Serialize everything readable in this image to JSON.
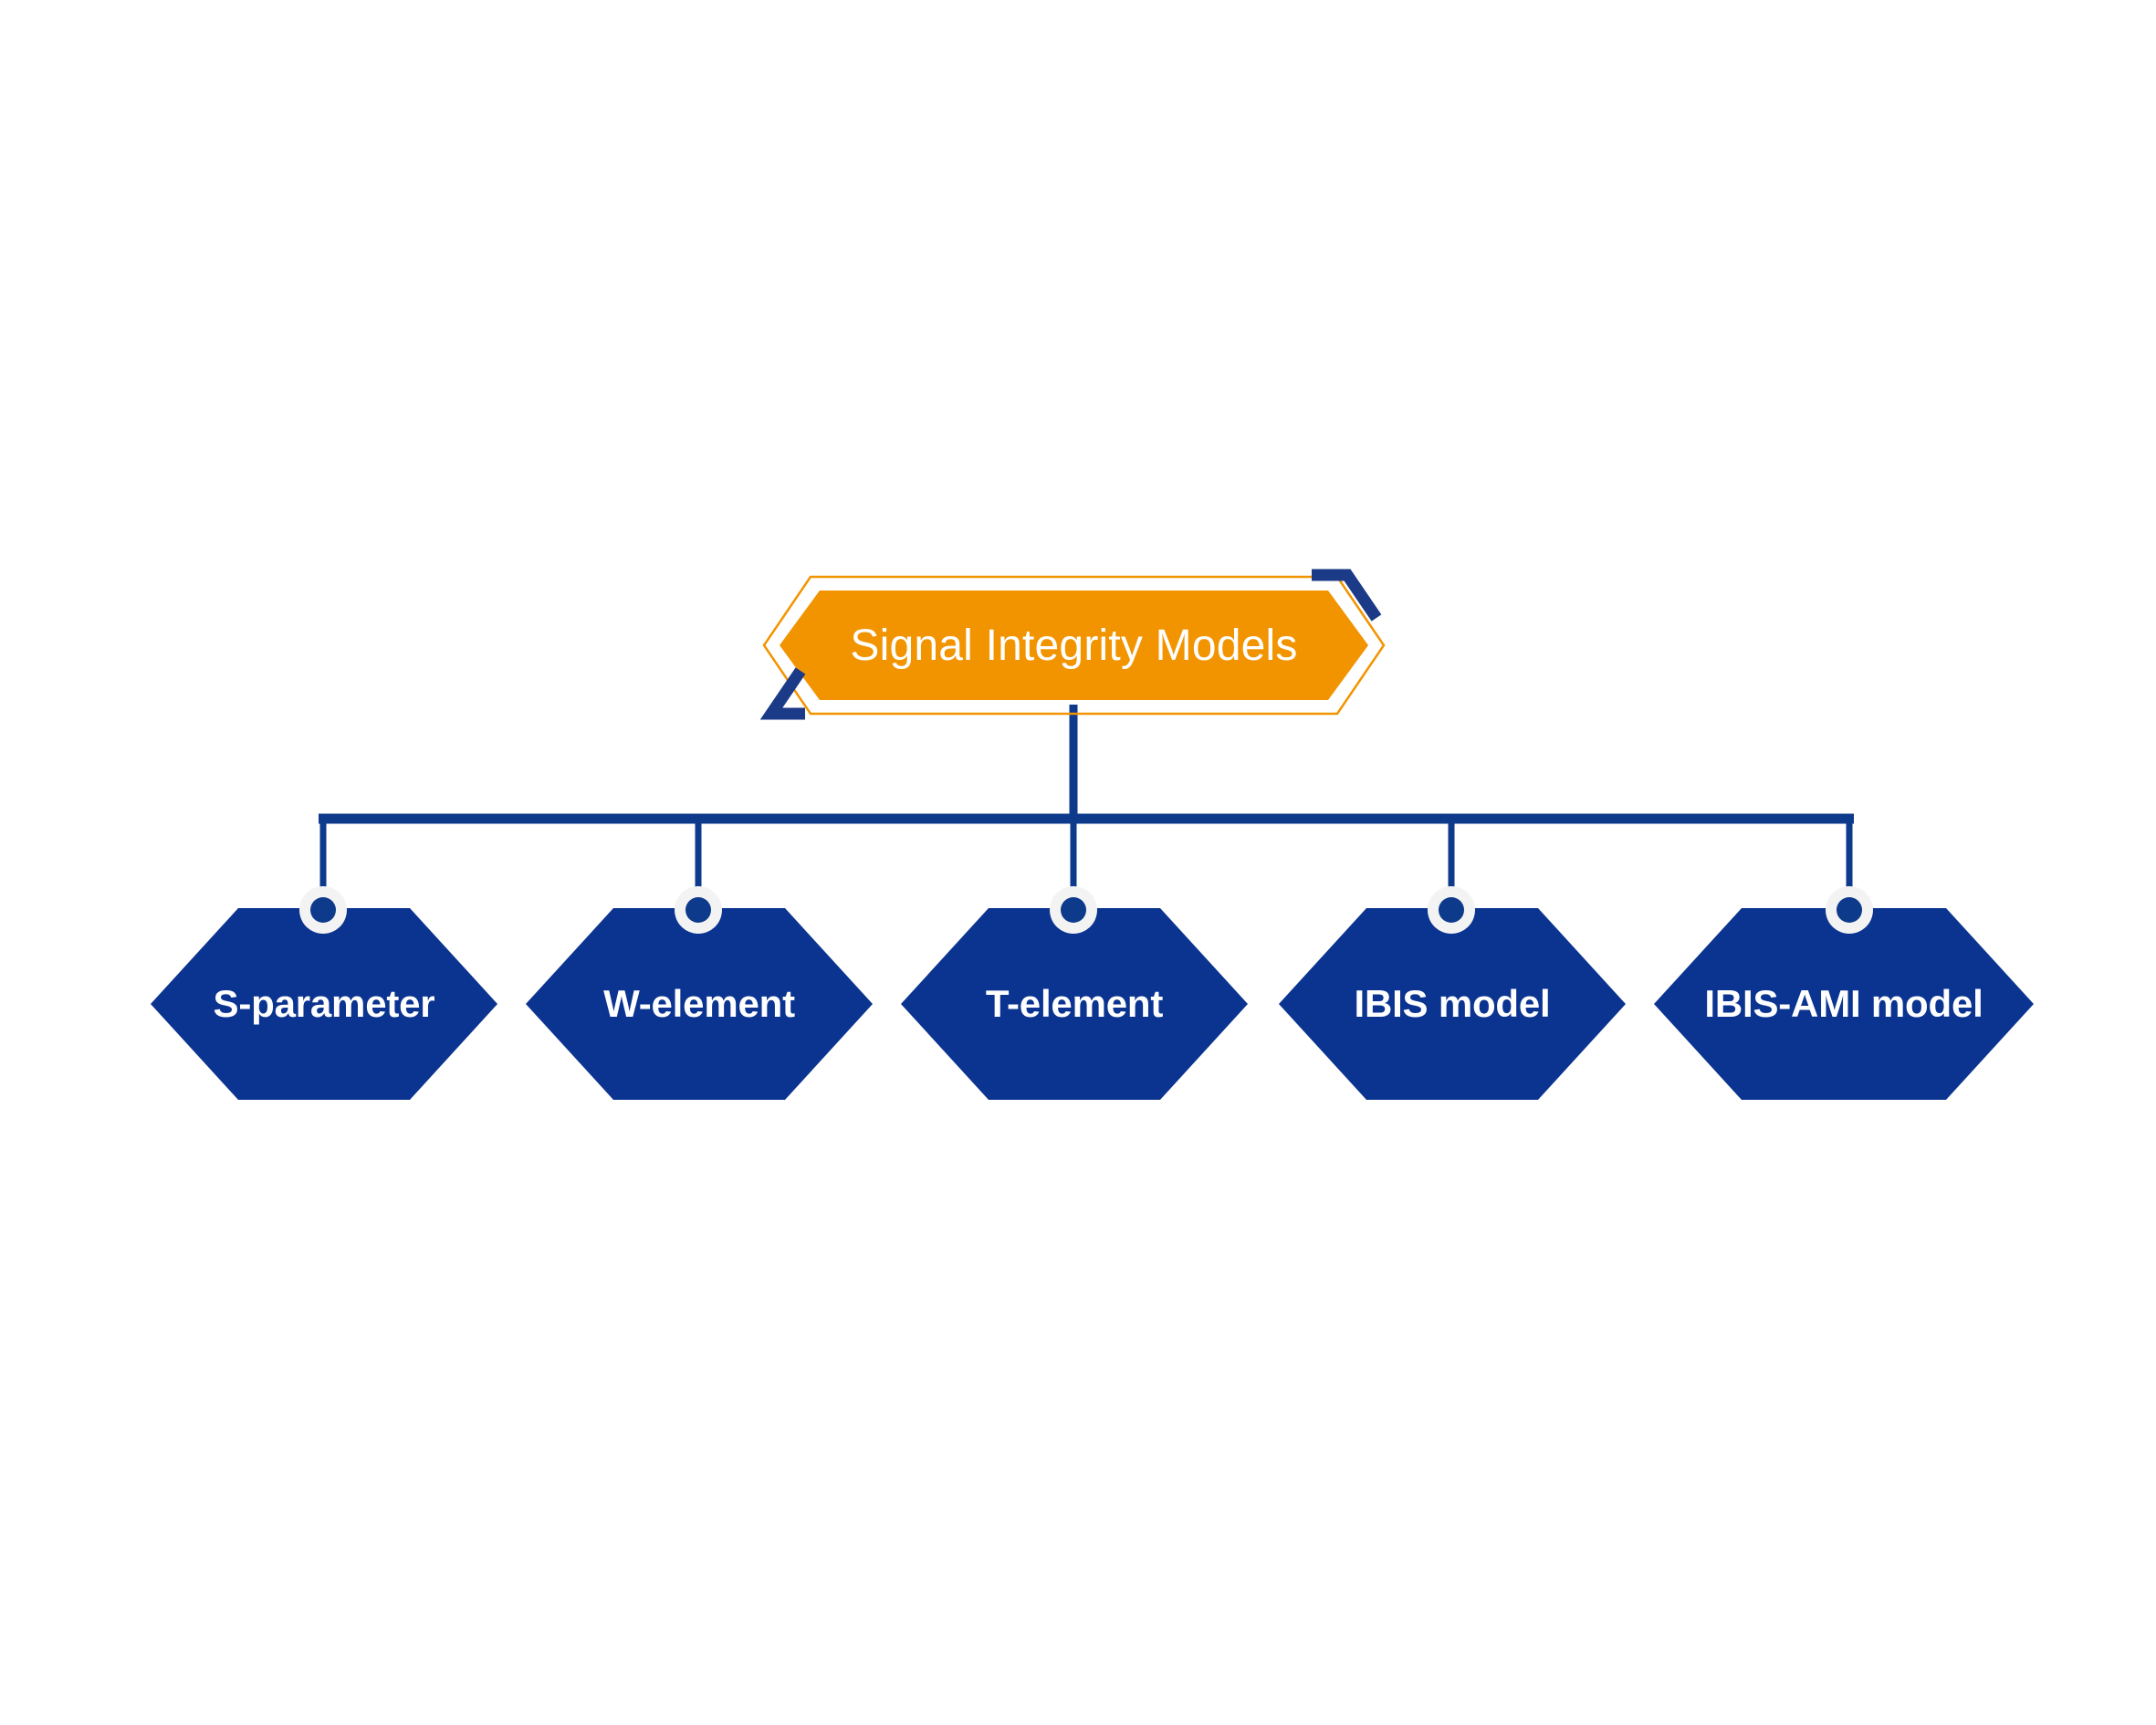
{
  "diagram": {
    "type": "hierarchy-tree",
    "orientation": "top-down",
    "background_color": "#ffffff",
    "root": {
      "id": "signal-integrity-models",
      "label": "Signal Integrity Models",
      "shape": "hexagon",
      "fill_color": "#F29400",
      "outline_color": "#F29400",
      "accent_color": "#1B3A87",
      "text_color": "#ffffff"
    },
    "connector": {
      "line_color": "#0E3A8C",
      "bus_color": "#0E3A8C",
      "dot_ring_color": "#F2F2F2",
      "dot_core_color": "#0E3A8C"
    },
    "children": [
      {
        "id": "s-parameter",
        "label": "S-parameter",
        "shape": "hexagon",
        "fill_color": "#0B3490",
        "text_color": "#ffffff"
      },
      {
        "id": "w-element",
        "label": "W-element",
        "shape": "hexagon",
        "fill_color": "#0B3490",
        "text_color": "#ffffff"
      },
      {
        "id": "t-element",
        "label": "T-element",
        "shape": "hexagon",
        "fill_color": "#0B3490",
        "text_color": "#ffffff"
      },
      {
        "id": "ibis-model",
        "label": "IBIS model",
        "shape": "hexagon",
        "fill_color": "#0B3490",
        "text_color": "#ffffff"
      },
      {
        "id": "ibis-ami-model",
        "label": "IBIS-AMI model",
        "shape": "hexagon",
        "fill_color": "#0B3490",
        "text_color": "#ffffff"
      }
    ]
  }
}
